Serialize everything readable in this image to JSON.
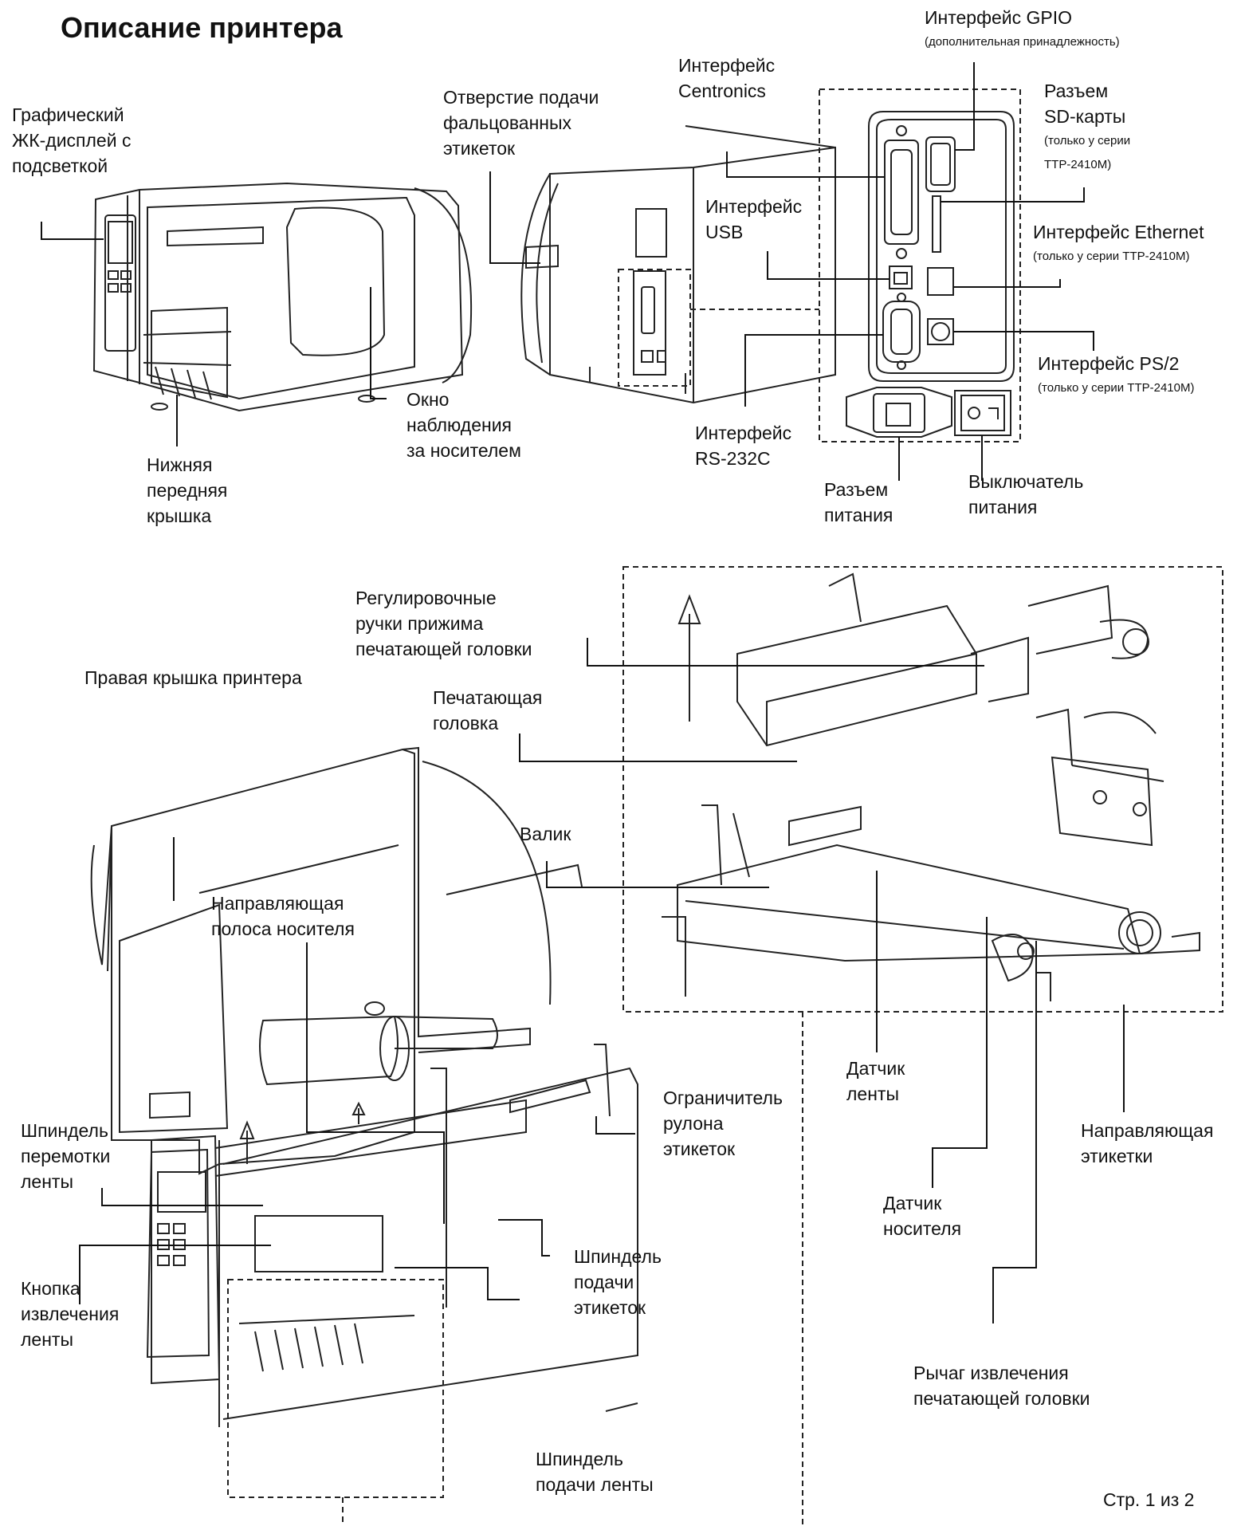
{
  "title": "Описание принтера",
  "footer": "Стр. 1 из 2",
  "callouts": {
    "lcd": [
      "Графический",
      "ЖК-дисплей с",
      "подсветкой"
    ],
    "lower_cover": [
      "Нижняя",
      "передняя",
      "крышка"
    ],
    "window": [
      "Окно",
      "наблюдения",
      "за носителем"
    ],
    "fanfold": [
      "Отверстие подачи",
      "фальцованных",
      "этикеток"
    ],
    "centronics": [
      "Интерфейс",
      "Centronics"
    ],
    "gpio": "Интерфейс GPIO",
    "gpio_note": "(дополнительная принадлежность)",
    "sd": [
      "Разъем",
      "SD-карты"
    ],
    "sd_note": [
      "(только у серии",
      "TTP-2410M)"
    ],
    "usb": [
      "Интерфейс",
      "USB"
    ],
    "ethernet": "Интерфейс Ethernet",
    "ethernet_note": "(только у серии TTP-2410M)",
    "ps2": "Интерфейс PS/2",
    "ps2_note": "(только у серии TTP-2410M)",
    "rs232": [
      "Интерфейс",
      "RS-232C"
    ],
    "power_jack": [
      "Разъем",
      "питания"
    ],
    "power_switch": [
      "Выключатель",
      "питания"
    ],
    "right_cover": "Правая крышка принтера",
    "pressure_knobs": [
      "Регулировочные",
      "ручки прижима",
      "печатающей головки"
    ],
    "print_head": [
      "Печатающая",
      "головка"
    ],
    "platen": "Валик",
    "media_guide_bar": [
      "Направляющая",
      "полоса носителя"
    ],
    "roll_guard": [
      "Ограничитель",
      "рулона",
      "этикеток"
    ],
    "ribbon_rewind": [
      "Шпиндель",
      "перемотки",
      "ленты"
    ],
    "ribbon_release": [
      "Кнопка",
      "извлечения",
      "ленты"
    ],
    "label_supply": [
      "Шпиндель",
      "подачи",
      "этикеток"
    ],
    "ribbon_supply": [
      "Шпиндель",
      "подачи ленты"
    ],
    "ribbon_sensor": [
      "Датчик",
      "ленты"
    ],
    "media_sensor": [
      "Датчик",
      "носителя"
    ],
    "label_guide": [
      "Направляющая",
      "этикетки"
    ],
    "head_release": [
      "Рычаг извлечения",
      "печатающей головки"
    ]
  }
}
